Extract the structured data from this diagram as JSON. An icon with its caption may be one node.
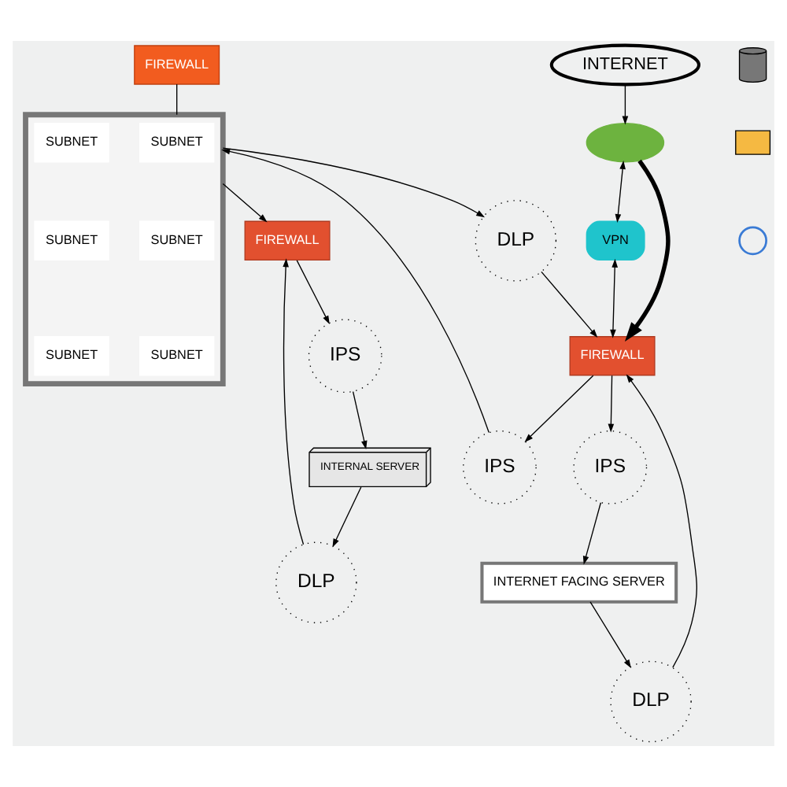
{
  "diagram": {
    "nodes": [
      {
        "text": [],
        "shape": "ellipse"
      },
      {
        "text": [
          "INTERNET"
        ]
      },
      {
        "text": [
          "VPN"
        ]
      },
      {
        "text": [
          "FIREWALL"
        ]
      },
      {
        "text": [
          "DLP"
        ]
      },
      {
        "text": [
          "IPS"
        ]
      },
      {
        "text": [
          "INTERNET FACING SERVER"
        ]
      },
      {
        "text": [
          "IPS"
        ]
      },
      {
        "text": [
          "DLP"
        ]
      },
      {
        "text": [],
        "shape": "box"
      },
      {
        "text": [
          "SUBNET"
        ],
        "in": 9
      },
      {
        "text": [
          "SUBNET"
        ],
        "in": 9
      },
      {
        "text": [
          "SUBNET"
        ],
        "in": 9
      },
      {
        "text": [
          "SUBNET"
        ],
        "in": 9
      },
      {
        "text": [
          "SUBNET"
        ],
        "in": 9
      },
      {
        "text": [
          "SUBNET"
        ],
        "in": 9
      },
      {
        "text": [
          "FIREWALL"
        ]
      },
      {
        "text": [
          "FIREWALL"
        ]
      },
      {
        "text": [
          "DLP"
        ]
      },
      {
        "text": [
          "IPS"
        ]
      },
      {
        "text": [
          "INTERNAL SERVER"
        ]
      },
      {
        "text": [],
        "shape": "cylinder"
      },
      {
        "text": [],
        "shape": "envelope"
      },
      {
        "text": [],
        "shape": "globe"
      }
    ],
    "edges": [
      {
        "from": 1,
        "to": 0,
        "arrow": "to"
      },
      {
        "from": 0,
        "to": 2,
        "arrow": "both"
      },
      {
        "from": 0,
        "to": 3,
        "arrow": "to",
        "style": "thick"
      },
      {
        "from": 2,
        "to": 3,
        "arrow": "both"
      },
      {
        "from": 4,
        "to": 3,
        "arrow": "to"
      },
      {
        "from": 3,
        "to": 5,
        "arrow": "to"
      },
      {
        "from": 5,
        "to": 6,
        "arrow": "to"
      },
      {
        "from": 6,
        "to": 4,
        "arrow": "to"
      },
      {
        "from": 3,
        "to": 7,
        "arrow": "to"
      },
      {
        "from": 8,
        "to": 3,
        "arrow": "to"
      },
      {
        "from": 7,
        "to": 9,
        "arrow": "to"
      },
      {
        "from": 9,
        "to": 8,
        "arrow": "to"
      },
      {
        "from": 16,
        "to": 9,
        "arrow": "none"
      },
      {
        "from": 9,
        "to": 17,
        "arrow": "to"
      },
      {
        "from": 20,
        "to": 18,
        "arrow": "to"
      },
      {
        "from": 18,
        "to": 17,
        "arrow": "to"
      },
      {
        "from": 17,
        "to": 19,
        "arrow": "to"
      },
      {
        "from": 19,
        "to": 20,
        "arrow": "to"
      }
    ]
  }
}
